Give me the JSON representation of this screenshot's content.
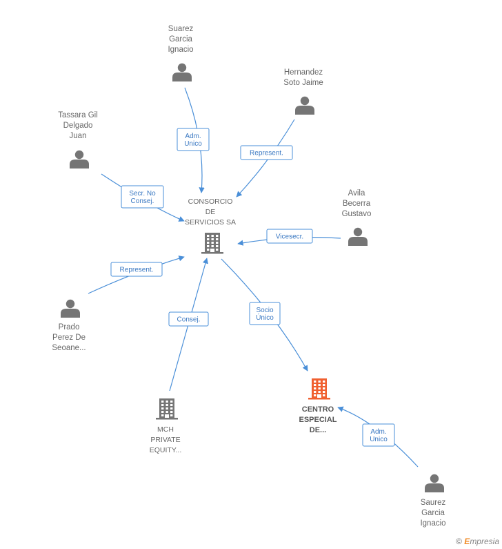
{
  "colors": {
    "edge": "#4a8fd8",
    "person": "#757575",
    "company": "#757575",
    "focus_company": "#f06030"
  },
  "nodes": [
    {
      "id": "suarez",
      "type": "person",
      "lines": [
        "Suarez",
        "Garcia",
        "Ignacio"
      ]
    },
    {
      "id": "hernandez",
      "type": "person",
      "lines": [
        "Hernandez",
        "Soto Jaime"
      ]
    },
    {
      "id": "tassara",
      "type": "person",
      "lines": [
        "Tassara Gil",
        "Delgado",
        "Juan"
      ]
    },
    {
      "id": "consorcio",
      "type": "company",
      "lines": [
        "CONSORCIO",
        "DE",
        "SERVICIOS SA"
      ]
    },
    {
      "id": "avila",
      "type": "person",
      "lines": [
        "Avila",
        "Becerra",
        "Gustavo"
      ]
    },
    {
      "id": "prado",
      "type": "person",
      "lines": [
        "Prado",
        "Perez De",
        "Seoane..."
      ]
    },
    {
      "id": "mch",
      "type": "company",
      "lines": [
        "MCH",
        "PRIVATE",
        "EQUITY..."
      ]
    },
    {
      "id": "centro",
      "type": "focus",
      "lines": [
        "CENTRO",
        "ESPECIAL",
        "DE..."
      ]
    },
    {
      "id": "saurez",
      "type": "person",
      "lines": [
        "Saurez",
        "Garcia",
        "Ignacio"
      ]
    }
  ],
  "edges": [
    {
      "id": "suarez-consorcio",
      "lines": [
        "Adm.",
        "Unico"
      ]
    },
    {
      "id": "hernandez-consorcio",
      "lines": [
        "Represent."
      ]
    },
    {
      "id": "tassara-consorcio",
      "lines": [
        "Secr.  No",
        "Consej."
      ]
    },
    {
      "id": "avila-consorcio",
      "lines": [
        "Vicesecr."
      ]
    },
    {
      "id": "prado-consorcio",
      "lines": [
        "Represent."
      ]
    },
    {
      "id": "mch-consorcio",
      "lines": [
        "Consej."
      ]
    },
    {
      "id": "consorcio-centro",
      "lines": [
        "Socio",
        "Único"
      ]
    },
    {
      "id": "saurez-centro",
      "lines": [
        "Adm.",
        "Unico"
      ]
    }
  ],
  "watermark": {
    "symbol": "©",
    "brand_initial": "E",
    "brand_rest": "mpresia"
  }
}
